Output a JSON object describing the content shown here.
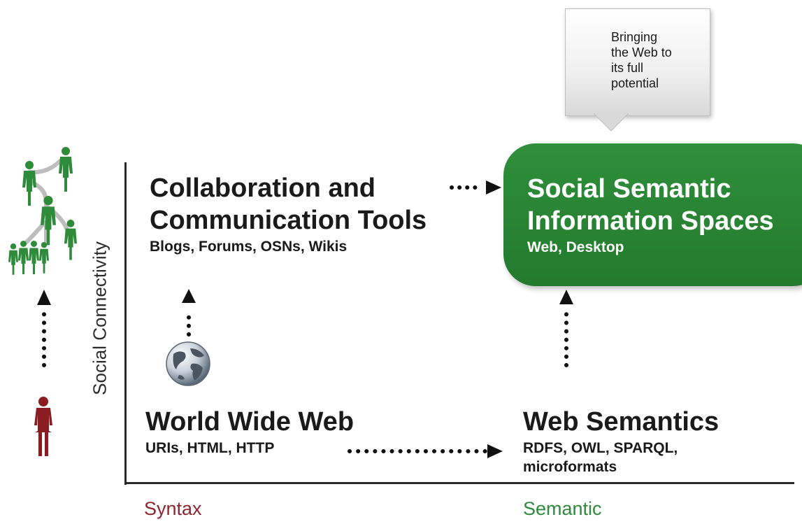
{
  "axes": {
    "y_label": "Social Connectivity",
    "x_label_left": "Syntax",
    "x_label_right": "Semantic"
  },
  "nodes": {
    "collaboration": {
      "title_line1": "Collaboration and",
      "title_line2": "Communication Tools",
      "subtitle": "Blogs, Forums, OSNs, Wikis"
    },
    "social_semantic": {
      "title_line1": "Social Semantic",
      "title_line2": "Information Spaces",
      "subtitle": "Web, Desktop"
    },
    "www": {
      "title": "World Wide Web",
      "subtitle": "URIs, HTML, HTTP"
    },
    "web_semantics": {
      "title": "Web Semantics",
      "subtitle_line1": "RDFS, OWL, SPARQL,",
      "subtitle_line2": "microformats"
    }
  },
  "callout": {
    "text": "Bringing\nthe Web to\nits full\npotential"
  },
  "colors": {
    "highlight_green": "#2a8636",
    "syntax_red": "#8e2630",
    "semantic_green": "#2f8a3c",
    "person_red": "#8b1c22",
    "people_green": "#2e8b3a",
    "axis": "#2b2b2b"
  },
  "icons": {
    "globe": "globe-icon",
    "single_person": "person-icon",
    "social_network": "people-network-icon"
  }
}
